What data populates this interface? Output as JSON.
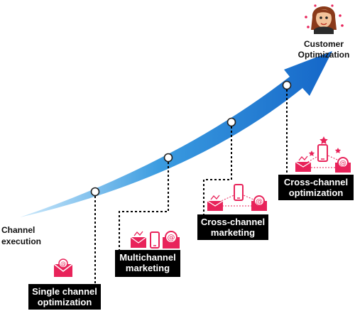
{
  "start_label": [
    "Channel",
    "execution"
  ],
  "end_label": [
    "Customer",
    "Optimization"
  ],
  "stages": [
    {
      "lines": [
        "Single channel",
        "optimization"
      ]
    },
    {
      "lines": [
        "Multichannel",
        "marketing"
      ]
    },
    {
      "lines": [
        "Cross-channel",
        "marketing"
      ]
    },
    {
      "lines": [
        "Cross-channel",
        "optimization"
      ]
    }
  ],
  "colors": {
    "arrow_light": "#7fc8f2",
    "arrow_dark": "#1466c8",
    "accent": "#e8235a",
    "box": "#000000"
  },
  "icons": [
    "email-icon",
    "mobile-icon",
    "at-sign-icon",
    "avatar-icon",
    "star-icon"
  ]
}
